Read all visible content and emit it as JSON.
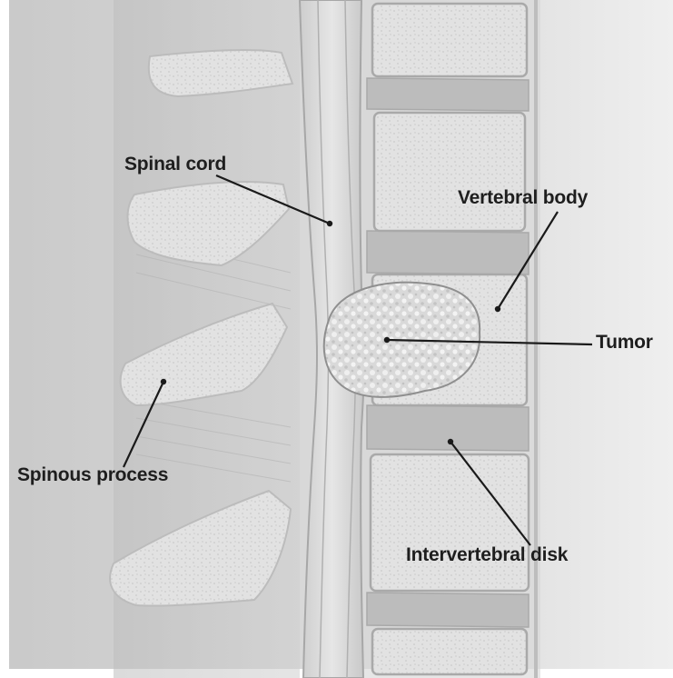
{
  "labels": {
    "spinal_cord": "Spinal cord",
    "vertebral_body": "Vertebral body",
    "tumor": "Tumor",
    "spinous_process": "Spinous process",
    "intervertebral_disk": "Intervertebral disk"
  }
}
